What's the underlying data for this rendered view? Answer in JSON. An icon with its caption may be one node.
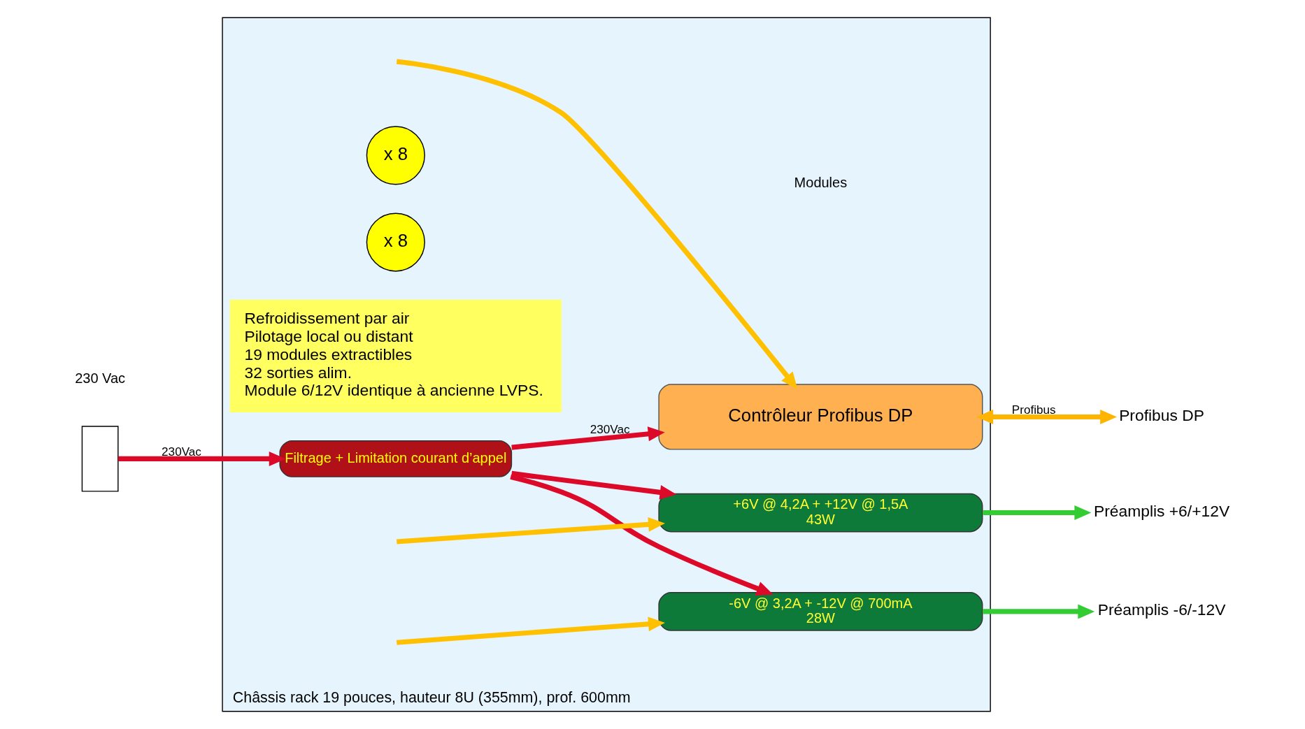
{
  "diagram": {
    "nodes": [
      {
        "text": [
          "Châssis rack 19 pouces, hauteur 8U (355mm), prof. 600mm"
        ]
      },
      {
        "text": [],
        "shape": "box",
        "beside": [
          "230 Vac"
        ]
      },
      {
        "text": [
          "Filtrage + Limitation courant d’appel"
        ],
        "in": 0
      },
      {
        "text": [
          "Contrôleur Profibus DP"
        ],
        "in": 0
      },
      {
        "text": [
          "+6V @ 4,2A + +12V @ 1,5A",
          "43W"
        ],
        "in": 0
      },
      {
        "text": [
          "x 8"
        ],
        "in": 0
      },
      {
        "text": [
          "-6V @ 3,2A + -12V @ 700mA",
          "28W"
        ],
        "in": 0
      },
      {
        "text": [
          "x 8"
        ],
        "in": 0
      },
      {
        "text": [
          "Profibus DP"
        ]
      },
      {
        "text": [
          "Préamplis +6/+12V"
        ]
      },
      {
        "text": [
          "Préamplis -6/-12V"
        ]
      },
      {
        "text": [
          "Refroidissement par air",
          "Pilotage local ou distant",
          "19 modules extractibles",
          "32 sorties alim.",
          "Module 6/12V identique à ancienne LVPS."
        ],
        "in": 0
      }
    ],
    "edges": [
      {
        "from": 1,
        "to": 2,
        "arrow": "to",
        "label": "230Vac",
        "color": "#dc0a28"
      },
      {
        "from": 2,
        "to": 3,
        "arrow": "to",
        "label": "230Vac",
        "color": "#dc0a28"
      },
      {
        "from": 2,
        "to": 4,
        "arrow": "to",
        "color": "#dc0a28"
      },
      {
        "from": 2,
        "to": 6,
        "arrow": "to",
        "color": "#dc0a28"
      },
      {
        "from": null,
        "to": 3,
        "arrow": "to",
        "color": "#ffc000"
      },
      {
        "from": null,
        "to": 4,
        "arrow": "to",
        "color": "#ffc000"
      },
      {
        "from": null,
        "to": 6,
        "arrow": "to",
        "color": "#ffc000"
      },
      {
        "from": 3,
        "to": 8,
        "arrow": "both",
        "label": "Profibus",
        "color": "#ffb400"
      },
      {
        "from": 4,
        "to": 9,
        "arrow": "to",
        "color": "#33cc33"
      },
      {
        "from": 6,
        "to": 10,
        "arrow": "to",
        "color": "#33cc33"
      }
    ],
    "labels": [
      "Modules"
    ]
  }
}
